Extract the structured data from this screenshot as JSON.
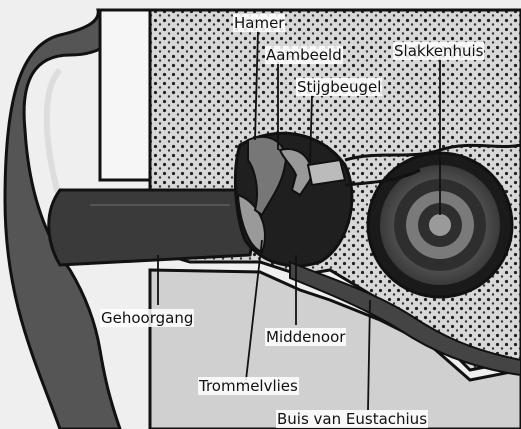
{
  "labels": {
    "hamer": "Hamer",
    "aambeeld": "Aambeeld",
    "stijgbeugel": "Stijgbeugel",
    "slakkenhuis": "Slakkenhuis",
    "gehoorgang": "Gehoorgang",
    "middenoor": "Middenoor",
    "trommelvlies": "Trommelvlies",
    "buis": "Buis van Eustachius"
  }
}
